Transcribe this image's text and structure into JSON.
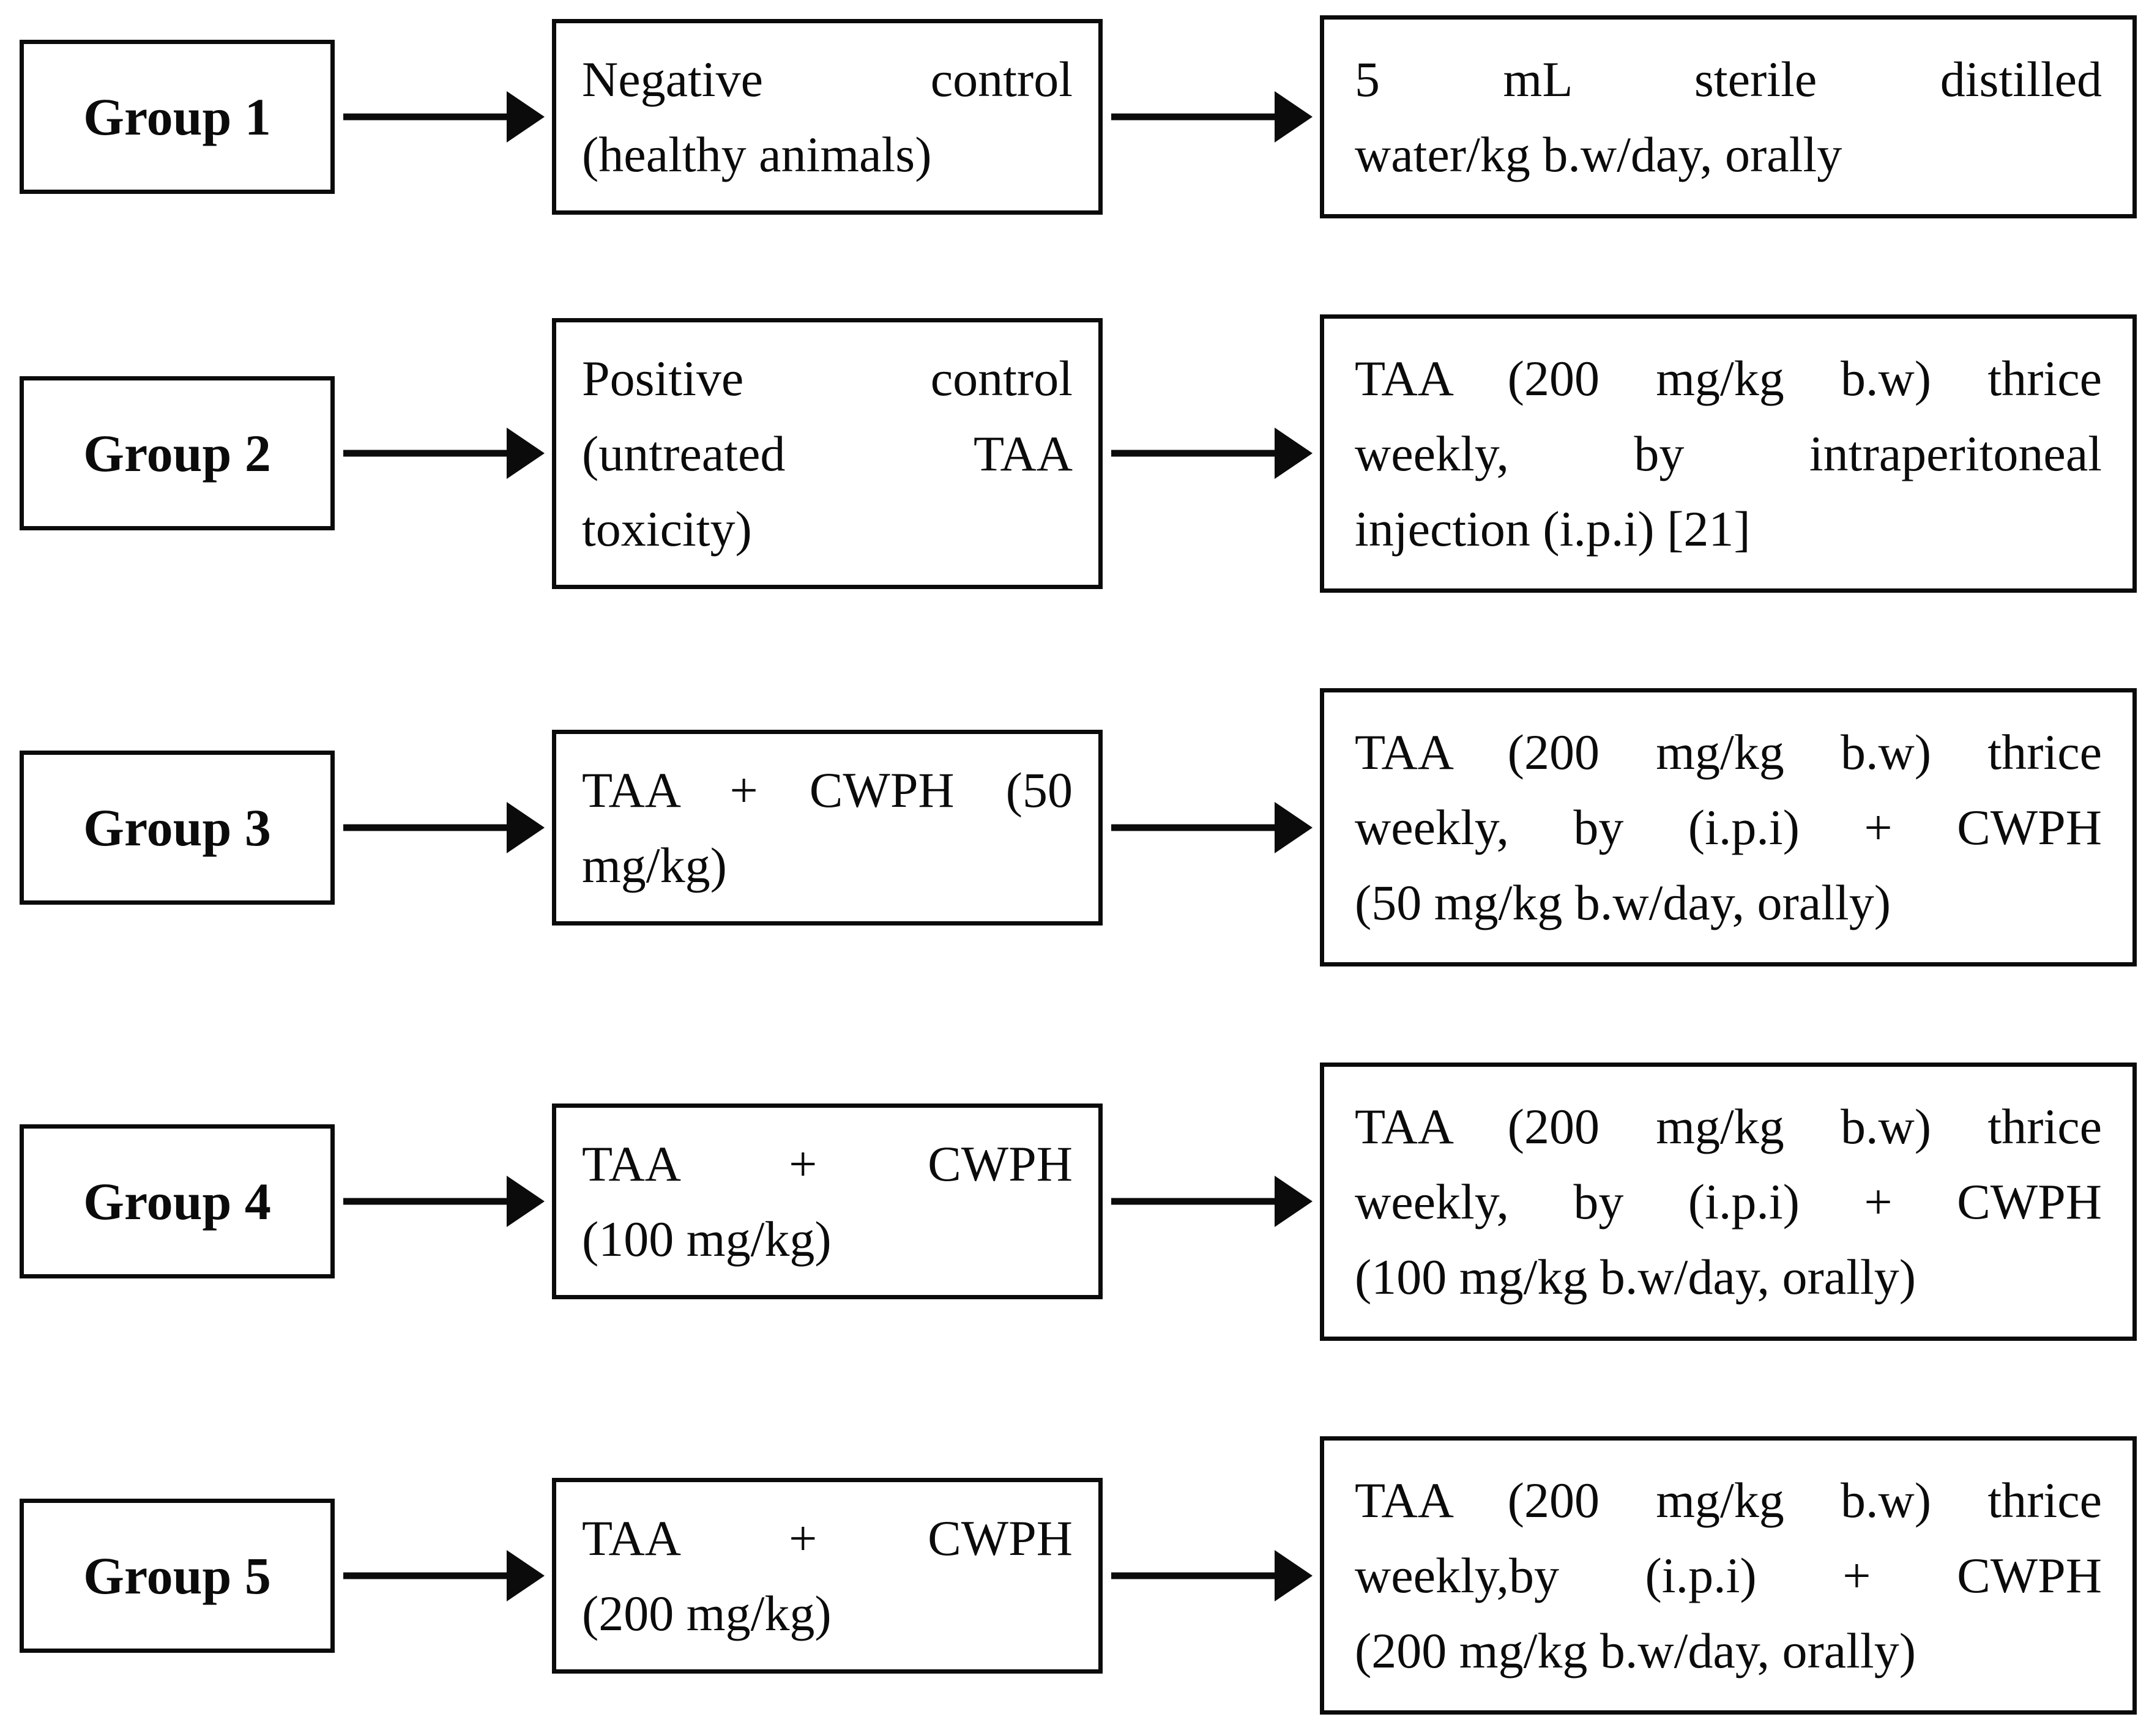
{
  "colors": {
    "text": "#0b0b0b",
    "border": "#0b0b0b",
    "background": "#ffffff"
  },
  "diagram": {
    "rows": [
      {
        "group": "Group 1",
        "middle_lines": [
          "Negative control",
          "(healthy animals)"
        ],
        "right_lines": [
          "5 mL sterile distilled",
          "water/kg b.w/day, orally"
        ]
      },
      {
        "group": "Group 2",
        "middle_lines": [
          "Positive control",
          "(untreated TAA",
          "toxicity)"
        ],
        "right_lines": [
          "TAA (200 mg/kg b.w) thrice",
          "weekly, by intraperitoneal",
          "injection (i.p.i) [21]"
        ]
      },
      {
        "group": "Group 3",
        "middle_lines": [
          "TAA + CWPH (50",
          "mg/kg)"
        ],
        "right_lines": [
          "TAA (200 mg/kg b.w) thrice",
          "weekly, by (i.p.i) + CWPH",
          "(50 mg/kg b.w/day, orally)"
        ]
      },
      {
        "group": "Group 4",
        "middle_lines": [
          "TAA + CWPH",
          "(100 mg/kg)"
        ],
        "right_lines": [
          "TAA (200 mg/kg b.w) thrice",
          "weekly, by (i.p.i) + CWPH",
          "(100 mg/kg b.w/day, orally)"
        ]
      },
      {
        "group": "Group 5",
        "middle_lines": [
          "TAA + CWPH",
          "(200 mg/kg)"
        ],
        "right_lines": [
          "TAA (200 mg/kg b.w) thrice",
          "weekly,by (i.p.i) + CWPH",
          "(200 mg/kg b.w/day, orally)"
        ]
      }
    ]
  }
}
